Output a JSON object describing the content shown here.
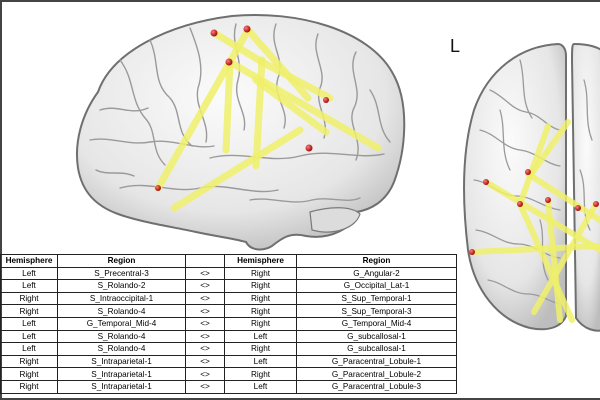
{
  "view_label": "L",
  "table": {
    "headers": [
      "Hemisphere",
      "Region",
      "",
      "Hemisphere",
      "Region"
    ],
    "rows": [
      [
        "Left",
        "S_Precentral-3",
        "<>",
        "Right",
        "G_Angular-2"
      ],
      [
        "Left",
        "S_Rolando-2",
        "<>",
        "Right",
        "G_Occipital_Lat-1"
      ],
      [
        "Right",
        "S_Intraoccipital-1",
        "<>",
        "Right",
        "S_Sup_Temporal-1"
      ],
      [
        "Right",
        "S_Rolando-4",
        "<>",
        "Right",
        "S_Sup_Temporal-3"
      ],
      [
        "Left",
        "G_Temporal_Mid-4",
        "<>",
        "Right",
        "G_Temporal_Mid-4"
      ],
      [
        "Left",
        "S_Rolando-4",
        "<>",
        "Left",
        "G_subcallosal-1"
      ],
      [
        "Left",
        "S_Rolando-4",
        "<>",
        "Right",
        "G_subcallosal-1"
      ],
      [
        "Right",
        "S_Intraparietal-1",
        "<>",
        "Left",
        "G_Paracentral_Lobule-1"
      ],
      [
        "Right",
        "S_Intraparietal-1",
        "<>",
        "Right",
        "G_Paracentral_Lobule-2"
      ],
      [
        "Right",
        "S_Intraparietal-1",
        "<>",
        "Left",
        "G_Paracentral_Lobule-3"
      ]
    ]
  },
  "colors": {
    "brain_fill": "#eeeeee",
    "brain_outline": "#6f6f6f",
    "sulci": "#9a9a9a",
    "connection": "#eef06a",
    "node": "#cc1b1b"
  }
}
